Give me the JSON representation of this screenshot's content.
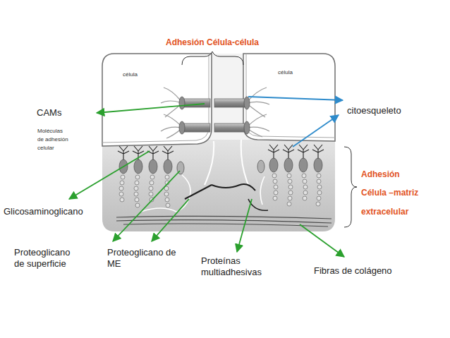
{
  "diagram": {
    "nodes": [
      {
        "text": [
          "célula"
        ]
      },
      {
        "text": [
          "célula"
        ]
      }
    ],
    "labels": [
      "Adhesión Célula-célula",
      "CAMs",
      "Moléculas de adhesión celular",
      "citoesqueleto",
      "Adhesión Célula –matriz extracelular",
      "Glicosaminoglicano",
      "Proteoglicano de superficie",
      "Proteoglicano de ME",
      "Proteínas multiadhesivas",
      "Fibras de colágeno"
    ]
  }
}
